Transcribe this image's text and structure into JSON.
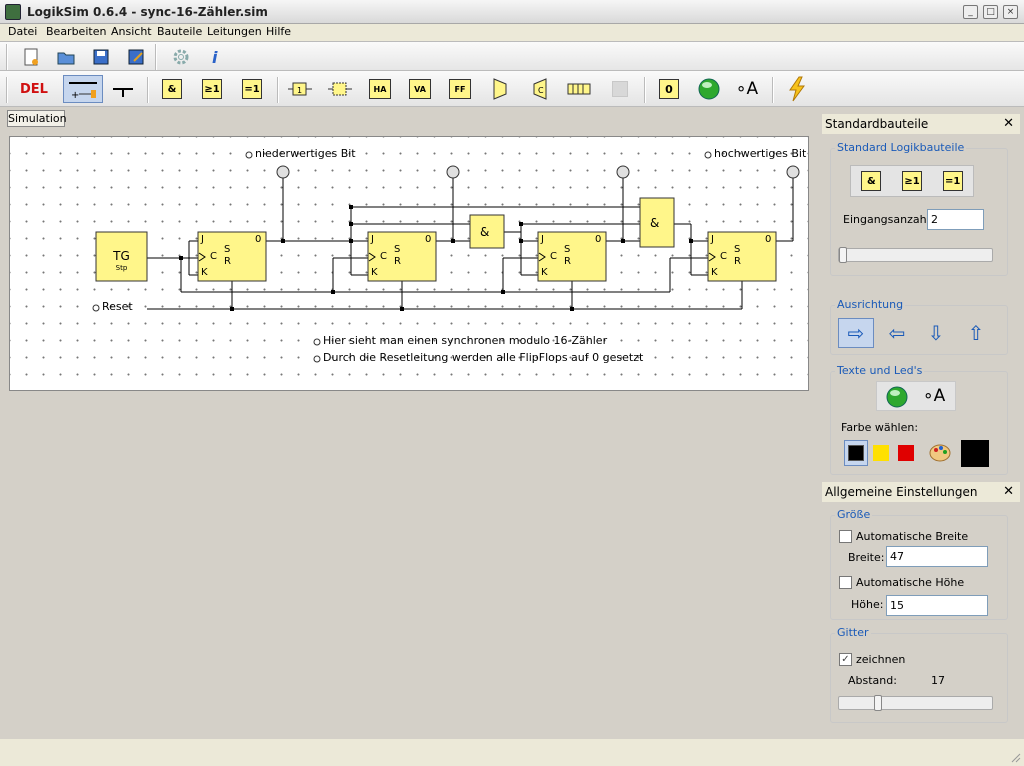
{
  "window": {
    "title": "LogikSim 0.6.4 - sync-16-Zähler.sim"
  },
  "menu": [
    "Datei",
    "Bearbeiten",
    "Ansicht",
    "Bauteile",
    "Leitungen",
    "Hilfe"
  ],
  "toolbar2": {
    "delete_label": "DEL",
    "text_tool": "∘A",
    "constant_label": "0"
  },
  "gates": {
    "and": "&",
    "or": "≥1",
    "xor": "=1",
    "ha": "HA",
    "va": "VA",
    "ff": "FF",
    "counter": "C"
  },
  "tab": {
    "label": "Simulation"
  },
  "circuit": {
    "tg_label": "TG",
    "tg_sub": "Stp",
    "reset_label": "Reset",
    "low_bit_label": "niederwertiges Bit",
    "high_bit_label": "hochwertiges Bit",
    "note1": "Hier sieht man einen synchronen modulo 16-Zähler",
    "note2": "Durch die Resetleitung werden alle FlipFlops auf 0 gesetzt",
    "and_label": "&",
    "ff": {
      "j": "J",
      "k": "K",
      "c": "C",
      "s": "S",
      "r": "R",
      "q": "0"
    }
  },
  "panel1": {
    "title": "Standardbauteile",
    "group_logic": "Standard Logikbauteile",
    "input_count_label": "Eingangsanzahl:",
    "input_count_value": "2",
    "group_direction": "Ausrichtung",
    "group_texts": "Texte und Led's",
    "color_label": "Farbe wählen:",
    "colors": [
      "#000000",
      "#ffe000",
      "#e00000"
    ],
    "selected_color": "#000000"
  },
  "panel2": {
    "title": "Allgemeine Einstellungen",
    "group_size": "Größe",
    "auto_width_label": "Automatische Breite",
    "width_label": "Breite:",
    "width_value": "47",
    "auto_height_label": "Automatische Höhe",
    "height_label": "Höhe:",
    "height_value": "15",
    "group_grid": "Gitter",
    "draw_label": "zeichnen",
    "spacing_label": "Abstand:",
    "spacing_value": "17"
  }
}
